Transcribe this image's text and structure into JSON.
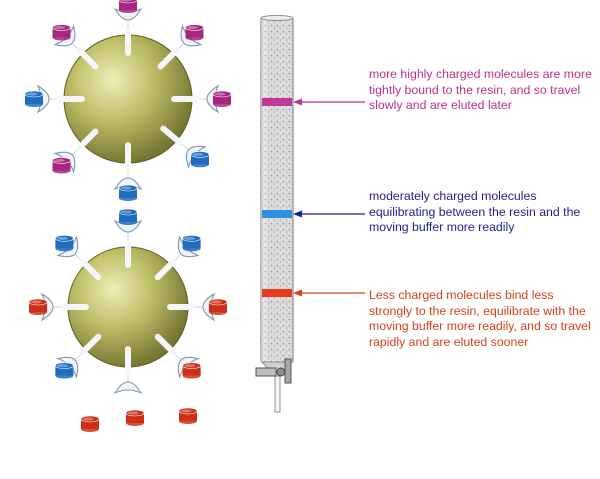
{
  "annotations": {
    "high": "more highly charged molecules are more tightly bound to the resin, and so travel slowly and are eluted later",
    "moderate": "moderately charged molecules equilibrating between the resin and the moving buffer more readily",
    "low": "Less charged molecules bind less strongly to the resin, equilibrate with the moving buffer more readily, and so travel rapidly and are eluted sooner"
  },
  "colors": {
    "high": "#b8338e",
    "moderate": "#1f1f8a",
    "low": "#d4421a",
    "band_high": "#c2379a",
    "band_moderate": "#2f8fe0",
    "band_low": "#e8381e",
    "bead": "#b4b35a",
    "ligand": "#f1f5f8",
    "ligand_stroke": "#7f95ac",
    "molecule_magenta": "#a6267f",
    "molecule_blue": "#1f6dc0",
    "molecule_red": "#cc3018"
  },
  "icons": {
    "bead": "resin-bead",
    "ligand": "crescent-binding-site",
    "molecule": "charged-molecule-cylinder",
    "column": "chromatography-column",
    "stopcock": "stopcock-valve"
  }
}
